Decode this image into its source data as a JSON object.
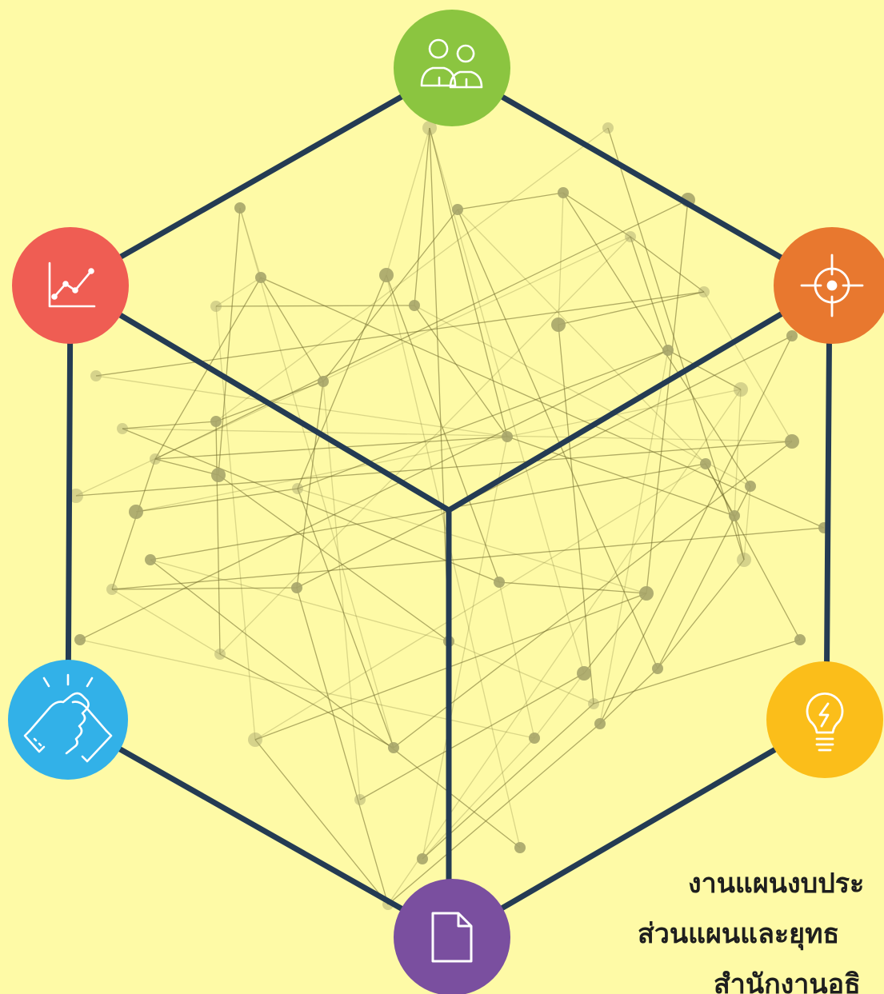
{
  "theme": {
    "background": "#fefaa6",
    "frame_color": "#243b53",
    "network_line_color": "#6f6a2a",
    "network_node_color": "#a7a56a"
  },
  "nodes": [
    {
      "id": "top",
      "icon": "people-icon",
      "color": "#8bc540"
    },
    {
      "id": "upper-left",
      "icon": "line-chart-icon",
      "color": "#ef5d53"
    },
    {
      "id": "upper-right",
      "icon": "target-icon",
      "color": "#e8782f"
    },
    {
      "id": "lower-left",
      "icon": "handshake-icon",
      "color": "#32b1e8"
    },
    {
      "id": "lower-right",
      "icon": "lightbulb-icon",
      "color": "#fbbe1a"
    },
    {
      "id": "bottom",
      "icon": "document-icon",
      "color": "#7a4f9f"
    }
  ],
  "caption": {
    "line1": "งานแผนงบประ",
    "line2": "ส่วนแผนและยุทธ",
    "line3": "สำนักงานอธิ"
  }
}
